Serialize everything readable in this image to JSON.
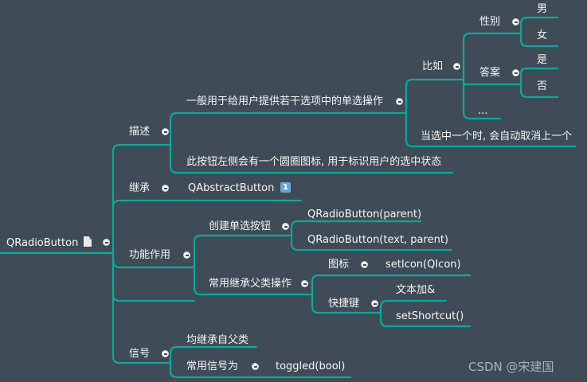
{
  "watermark": "CSDN @宋建国",
  "root": {
    "label": "QRadioButton",
    "icon": "document-icon"
  },
  "desc": {
    "label": "描述",
    "general": "一般用于给用户提供若干选项中的单选操作",
    "example": "比如",
    "gender": "性别",
    "male": "男",
    "female": "女",
    "answer": "答案",
    "yes": "是",
    "no": "否",
    "more": "...",
    "auto_cancel": "当选中一个时, 会自动取消上一个",
    "circle": "此按钮左侧会有一个圆圈图标, 用于标识用户的选中状态"
  },
  "inherit": {
    "label": "继承",
    "value": "QAbstractButton",
    "badge": "1"
  },
  "func": {
    "label": "功能作用",
    "create": "创建单选按钮",
    "ctor1": "QRadioButton(parent)",
    "ctor2": "QRadioButton(text, parent)",
    "common": "常用继承父类操作",
    "icon": "图标",
    "seticon": "setIcon(QIcon)",
    "shortcut": "快捷键",
    "textamp": "文本加&",
    "setshortcut": "setShortcut()"
  },
  "signal": {
    "label": "信号",
    "all": "均继承自父类",
    "common": "常用信号为",
    "toggled": "toggled(bool)"
  }
}
